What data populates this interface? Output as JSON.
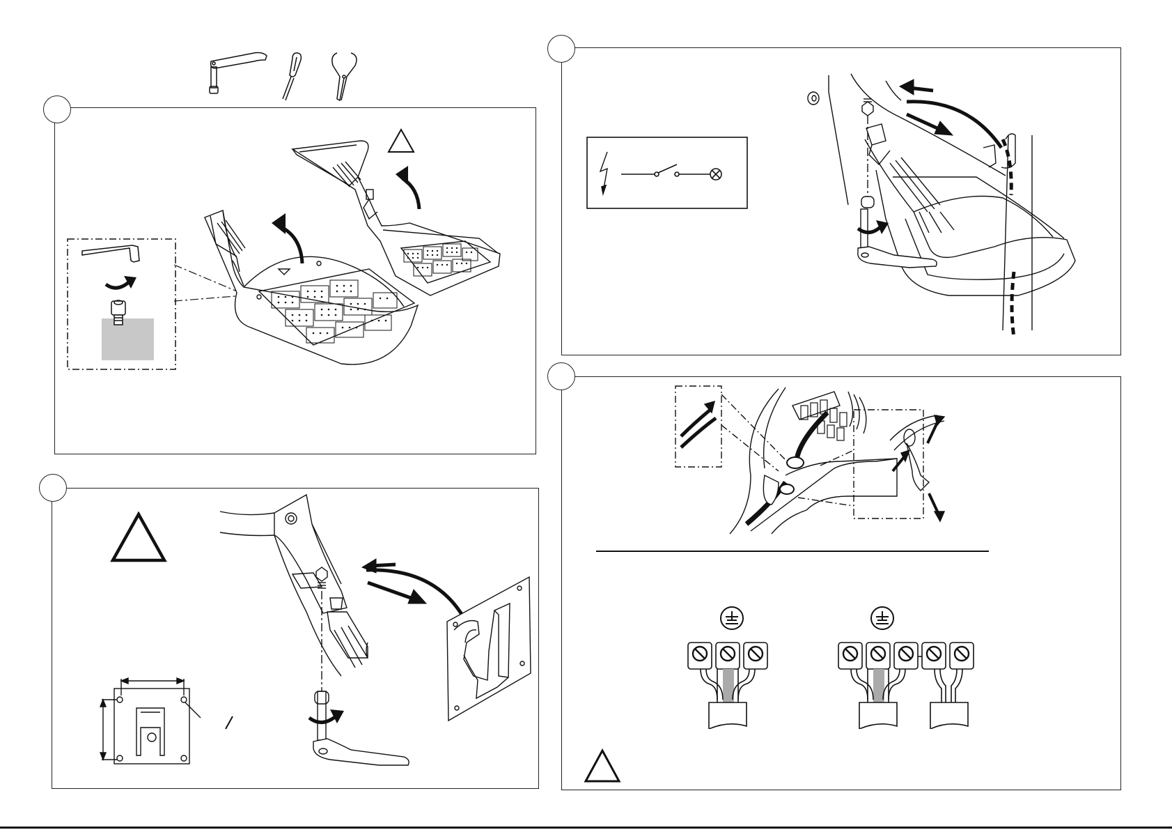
{
  "sheet": {
    "kind": "installation-instructions",
    "tools": [
      "hex-key-wrench-icon",
      "screwdriver-icon",
      "pliers-icon"
    ],
    "line_color": "#111111",
    "shade_color": "#c8c8c8"
  },
  "panels": [
    {
      "id": "panel-1",
      "badge": "",
      "icons": [
        "warning-triangle-icon",
        "hex-key-icon",
        "rotate-arrow-icon",
        "lift-arrow-icon",
        "screw-detail-icon"
      ]
    },
    {
      "id": "panel-2",
      "badge": "",
      "icons": [
        "warning-triangle-icon",
        "mounting-bracket-icon",
        "screw-icon",
        "hex-key-icon",
        "dimension-plate-icon"
      ]
    },
    {
      "id": "panel-3",
      "badge": "",
      "icons": [
        "power-off-symbol-icon",
        "pole-mount-icon",
        "screw-icon",
        "washer-icon"
      ]
    },
    {
      "id": "panel-4",
      "badge": "",
      "icons": [
        "cable-gland-icon",
        "cable-tie-icon",
        "ground-symbol-icon",
        "terminal-block-icon",
        "warning-triangle-icon"
      ]
    }
  ],
  "terminal_blocks": [
    {
      "name": "single-block",
      "screws": 3,
      "ground": true
    },
    {
      "name": "double-block",
      "screws": 5,
      "ground": true
    }
  ]
}
